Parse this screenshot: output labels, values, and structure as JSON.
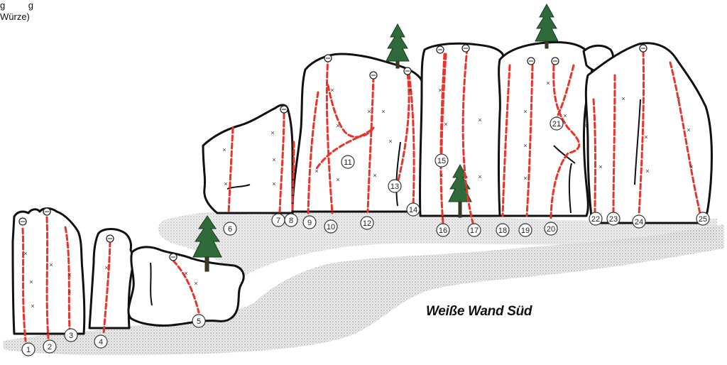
{
  "header": {
    "line1": "g         g",
    "line2": "Würze)"
  },
  "caption": "Weiße Wand Süd",
  "colors": {
    "route": "#e8342b",
    "rock_outline": "#111111",
    "rock_fill": "#ffffff",
    "ground": "#cfcfcf",
    "tree": "#2f6b3a"
  },
  "routes": [
    {
      "number": "1"
    },
    {
      "number": "2"
    },
    {
      "number": "3"
    },
    {
      "number": "4"
    },
    {
      "number": "5"
    },
    {
      "number": "6"
    },
    {
      "number": "7"
    },
    {
      "number": "8"
    },
    {
      "number": "9"
    },
    {
      "number": "10"
    },
    {
      "number": "11"
    },
    {
      "number": "12"
    },
    {
      "number": "13"
    },
    {
      "number": "14"
    },
    {
      "number": "15"
    },
    {
      "number": "16"
    },
    {
      "number": "17"
    },
    {
      "number": "18"
    },
    {
      "number": "19"
    },
    {
      "number": "20"
    },
    {
      "number": "21"
    },
    {
      "number": "22"
    },
    {
      "number": "23"
    },
    {
      "number": "24"
    },
    {
      "number": "25"
    }
  ]
}
